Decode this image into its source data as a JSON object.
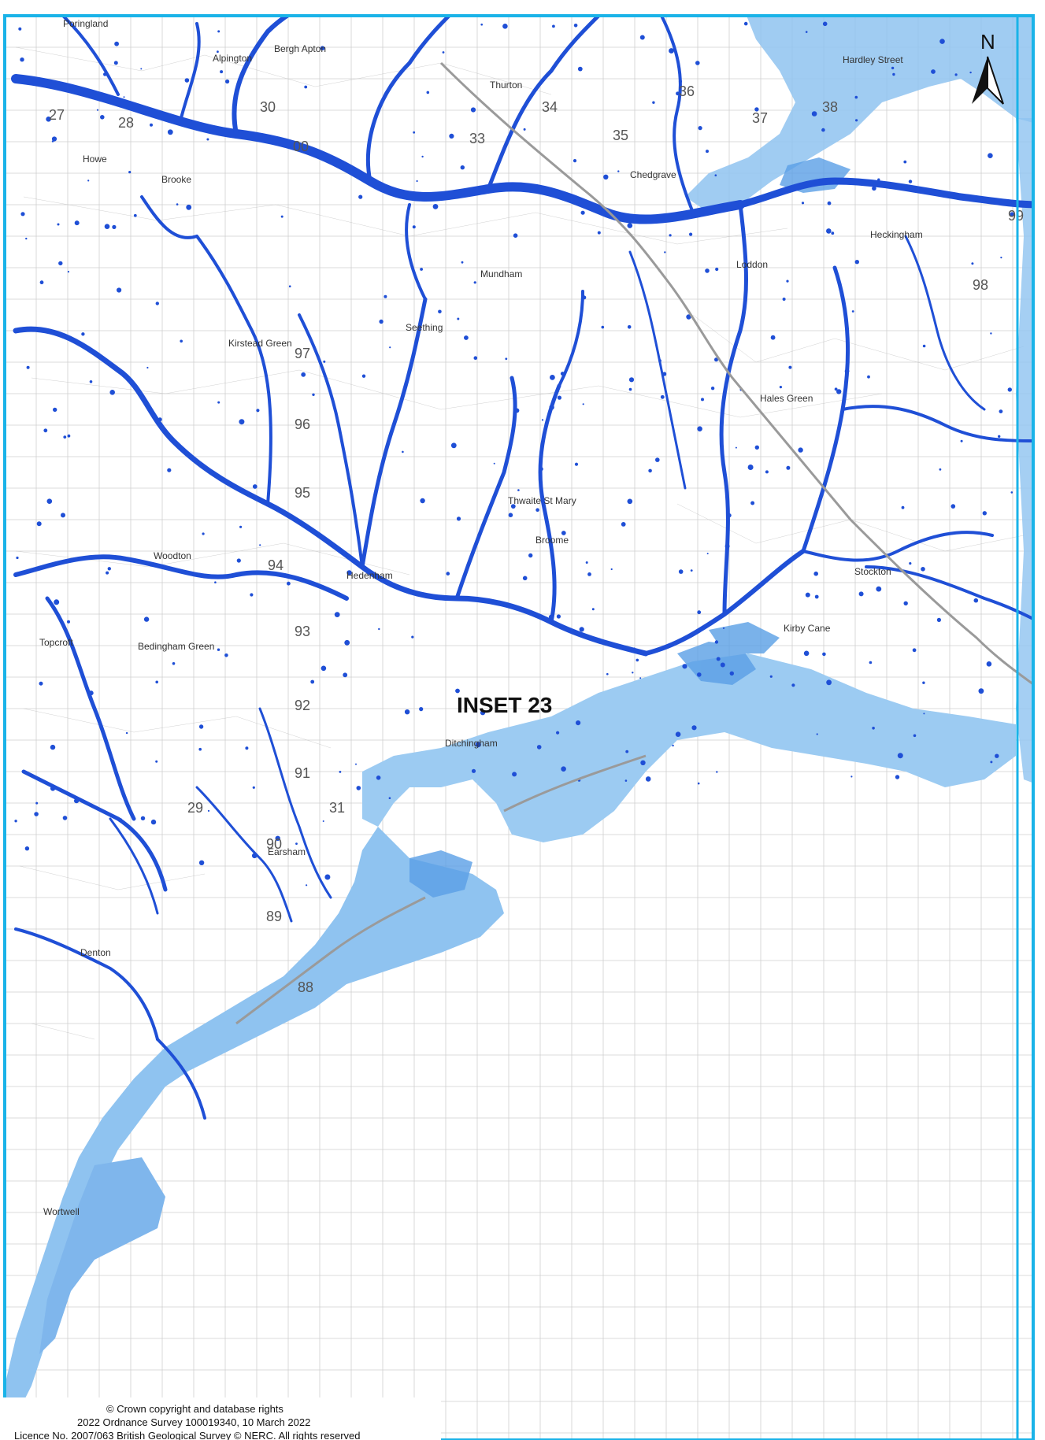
{
  "inset_label": "INSET 23",
  "north_label": "N",
  "copyright": [
    "© Crown copyright and database rights",
    "2022 Ordnance Survey 100019340, 10 March 2022",
    "Licence No. 2007/063 British Geological Survey © NERC. All rights reserved"
  ],
  "colors": {
    "frame": "#1ab3e8",
    "river_dark": "#1f4fd6",
    "flood_light": "#8fc3f0",
    "flood_mid": "#5a9fe6",
    "grid": "#c8c8c8",
    "roads": "#9a9a9a"
  },
  "icons": [
    "north-arrow-icon"
  ],
  "places": [
    {
      "name": "Poringland"
    },
    {
      "name": "Bergh Apton"
    },
    {
      "name": "Alpington"
    },
    {
      "name": "Thurton"
    },
    {
      "name": "Chedgrave"
    },
    {
      "name": "Loddon"
    },
    {
      "name": "Heckingham"
    },
    {
      "name": "Brooke"
    },
    {
      "name": "Howe"
    },
    {
      "name": "Mundham"
    },
    {
      "name": "Seething"
    },
    {
      "name": "Kirstead Green"
    },
    {
      "name": "Hales Green"
    },
    {
      "name": "Thwaite St Mary"
    },
    {
      "name": "Hedenham"
    },
    {
      "name": "Woodton"
    },
    {
      "name": "Bedingham Green"
    },
    {
      "name": "Topcroft"
    },
    {
      "name": "Ditchingham"
    },
    {
      "name": "Kirby Cane"
    },
    {
      "name": "Stockton"
    },
    {
      "name": "Denton"
    },
    {
      "name": "Wortwell"
    },
    {
      "name": "Earsham"
    },
    {
      "name": "Broome"
    },
    {
      "name": "Hardley Street"
    }
  ],
  "grid_numbers": [
    {
      "text": "27"
    },
    {
      "text": "28"
    },
    {
      "text": "30"
    },
    {
      "text": "00"
    },
    {
      "text": "33"
    },
    {
      "text": "34"
    },
    {
      "text": "35"
    },
    {
      "text": "36"
    },
    {
      "text": "37"
    },
    {
      "text": "38"
    },
    {
      "text": "99"
    },
    {
      "text": "98"
    },
    {
      "text": "97"
    },
    {
      "text": "96"
    },
    {
      "text": "95"
    },
    {
      "text": "94"
    },
    {
      "text": "93"
    },
    {
      "text": "92"
    },
    {
      "text": "91"
    },
    {
      "text": "90"
    },
    {
      "text": "89"
    },
    {
      "text": "88"
    },
    {
      "text": "29"
    },
    {
      "text": "31"
    }
  ]
}
